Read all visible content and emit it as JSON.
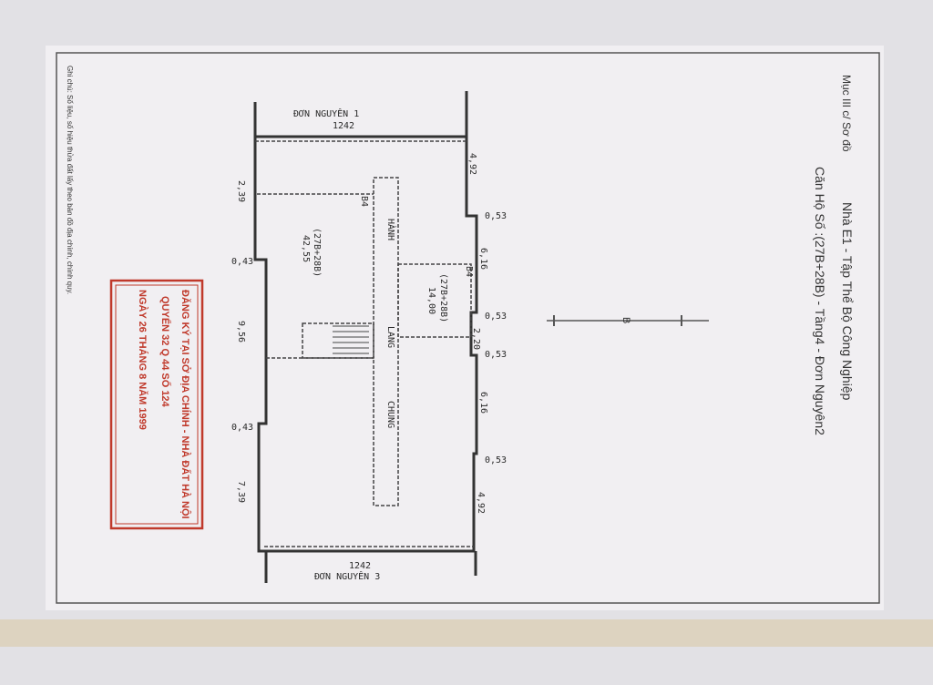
{
  "document": {
    "section_label": "Mục III c/ Sơ đồ",
    "title_line1": "Nhà E1 - Tập Thể Bộ Công Nghiệp",
    "title_line2": "Căn Hộ Số :(27B+28B) - Tầng4 - Đơn Nguyên2",
    "footnote": "Ghi chú: Số liệu, số hiệu thửa đất lấy theo bản đồ địa chính, chính quy."
  },
  "plan": {
    "top_label": "ĐƠN NGUYÊN 1",
    "bottom_label": "ĐƠN NGUYÊN 3",
    "top_width": "1242",
    "bottom_width": "1242",
    "corridor_label_1": "HÀNH",
    "corridor_label_2": "LANG",
    "corridor_label_3": "CHUNG",
    "room_main_id": "(27B+28B)",
    "room_main_area": "42,55",
    "room_small_id": "(27B+28B)",
    "room_small_area": "14,00",
    "wall_marker_1": "B4",
    "wall_marker_2": "B4",
    "dims_left": [
      "2,39",
      "0,43",
      "9,56",
      "0,43",
      "7,39"
    ],
    "dims_right": [
      "4,92",
      "0,53",
      "6,16",
      "0,53",
      "2,20",
      "0,53",
      "6,16",
      "0,53",
      "4,92"
    ],
    "scale_label": "B"
  },
  "stamp": {
    "line1": "ĐĂNG KÝ TẠI SỞ ĐỊA CHÍNH - NHÀ ĐẤT HÀ NỘI",
    "line2": "QUYỂN 32 Q 44 SỐ 124",
    "line3": "NGÀY 26 THÁNG 8 NĂM 1999",
    "color": "#c0392b"
  }
}
